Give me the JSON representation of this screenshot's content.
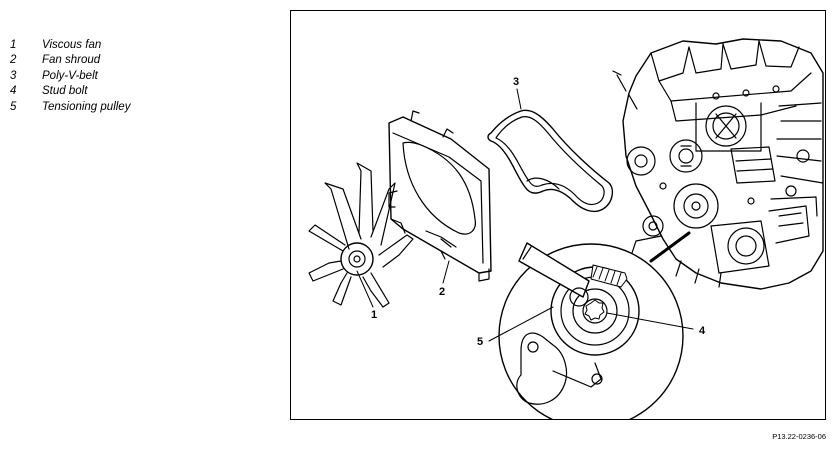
{
  "legend": [
    {
      "number": "1",
      "label": "Viscous fan"
    },
    {
      "number": "2",
      "label": "Fan shroud"
    },
    {
      "number": "3",
      "label": "Poly-V-belt"
    },
    {
      "number": "4",
      "label": "Stud bolt"
    },
    {
      "number": "5",
      "label": "Tensioning pulley"
    }
  ],
  "callouts": {
    "fan": "1",
    "shroud": "2",
    "belt": "3",
    "bolt": "4",
    "pulley": "5"
  },
  "reference_code": "P13.22-0236-06"
}
